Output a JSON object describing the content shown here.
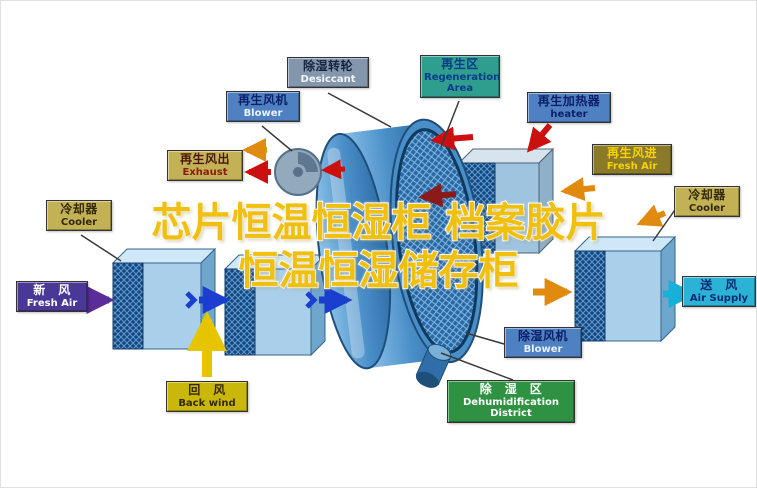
{
  "title": {
    "line1": "芯片恒温恒湿柜 档案胶片",
    "line2": "恒温恒湿储存柜"
  },
  "labels": {
    "regen_blower": {
      "zh": "再生风机",
      "en": "Blower"
    },
    "desiccant": {
      "zh": "除湿转轮",
      "en": "Desiccant"
    },
    "regen_area": {
      "zh": "再生区",
      "en": "Regeneration Area"
    },
    "heater": {
      "zh": "再生加热器",
      "en": "heater"
    },
    "exhaust": {
      "zh": "再生风出",
      "en": "Exhaust"
    },
    "regen_fresh_air": {
      "zh": "再生风进",
      "en": "Fresh Air"
    },
    "cooler_left": {
      "zh": "冷却器",
      "en": "Cooler"
    },
    "cooler_right": {
      "zh": "冷却器",
      "en": "Cooler"
    },
    "fresh_air": {
      "zh": "新　风",
      "en": "Fresh Air"
    },
    "air_supply": {
      "zh": "送　风",
      "en": "Air Supply"
    },
    "back_wind": {
      "zh": "回　风",
      "en": "Back wind"
    },
    "dehum_blower": {
      "zh": "除湿风机",
      "en": "Blower"
    },
    "dehum_area": {
      "zh": "除　湿　区",
      "en_line1": "Dehumidification",
      "en_line2": "District"
    }
  },
  "colors": {
    "title_yellow": "#f0c010",
    "wheel_blue": "#2f6ea8",
    "process_arrow_blue": "#1a3fd0",
    "regen_arrow_red": "#cc1010",
    "supply_cyan": "#2cb2d6",
    "return_yellow": "#e6c400",
    "dehum_green": "#2f9242"
  }
}
